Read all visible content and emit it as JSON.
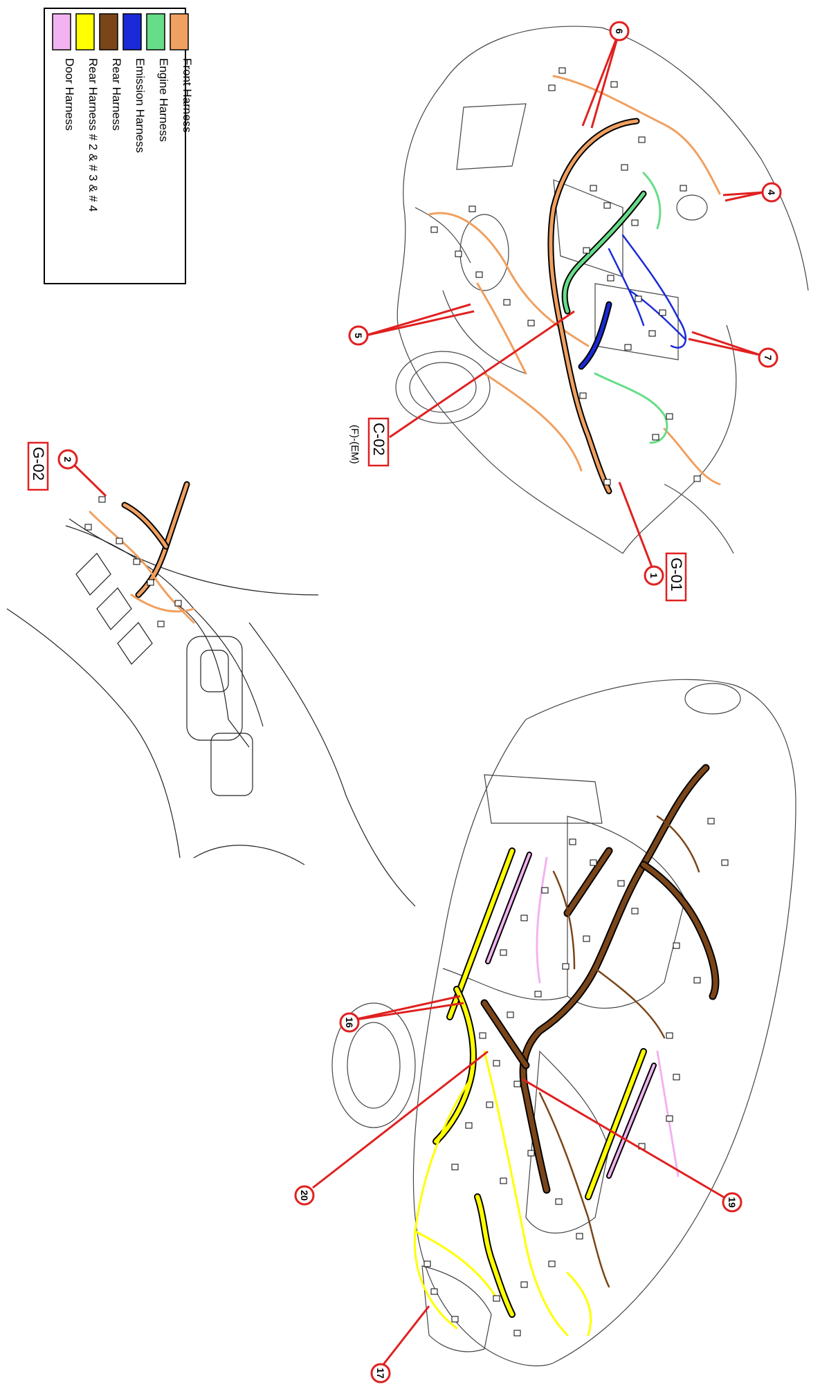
{
  "legend": {
    "items": [
      {
        "label": "Front Harness",
        "color": "#f0a060"
      },
      {
        "label": "Engine Harness",
        "color": "#66dd88"
      },
      {
        "label": "Emission Harness",
        "color": "#1a2ad8"
      },
      {
        "label": "Rear Harness",
        "color": "#7a4519"
      },
      {
        "label": "Rear Harness # 2 & # 3 & # 4",
        "color": "#ffff00"
      },
      {
        "label": "Door Harness",
        "color": "#f2b3f0"
      }
    ]
  },
  "callouts": {
    "n1": "1",
    "n2": "2",
    "n4": "4",
    "n5": "5",
    "n6": "6",
    "n7": "7",
    "n16": "16",
    "n17": "17",
    "n19": "19",
    "n20": "20"
  },
  "boxed_labels": {
    "g01": "G-01",
    "g02": "G-02",
    "c02": "C-02",
    "c02_sub": "(F)-(EM)"
  },
  "colors": {
    "callout_red": "#e02020",
    "outline": "#444444"
  }
}
